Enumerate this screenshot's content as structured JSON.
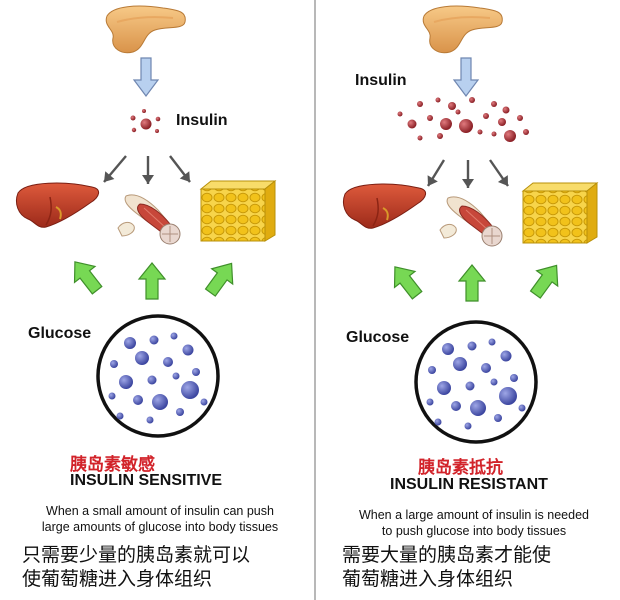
{
  "left": {
    "insulin_label": "Insulin",
    "glucose_label": "Glucose",
    "cn_title": "胰岛素敏感",
    "en_title": "INSULIN SENSITIVE",
    "caption_line1": "When a small amount of insulin can push",
    "caption_line2": "large amounts of glucose into body tissues",
    "cn_caption_line1": "只需要少量的胰岛素就可以",
    "cn_caption_line2": "使葡萄糖进入身体组织"
  },
  "right": {
    "insulin_label": "Insulin",
    "glucose_label": "Glucose",
    "cn_title": "胰岛素抵抗",
    "en_title": "INSULIN RESISTANT",
    "caption_line1": "When a large amount of insulin is needed",
    "caption_line2": "to push glucose into body tissues",
    "cn_caption_line1": "需要大量的胰岛素才能使",
    "cn_caption_line2": "葡萄糖进入身体组织"
  },
  "colors": {
    "pancreas": "#f0b66a",
    "insulin_dot": "#b0353a",
    "liver": "#c13a24",
    "fat": "#f2c21a",
    "glucose_dot": "#5560b8",
    "blue_arrow": "#b8d0ef",
    "green_arrow": "#77d854",
    "dark_arrow": "#555555",
    "title_red": "#d2232a"
  },
  "icons": {
    "pancreas": "pancreas-icon",
    "liver": "liver-icon",
    "muscle": "muscle-icon",
    "fat": "fat-tissue-icon",
    "glucose_circle": "glucose-circle"
  }
}
